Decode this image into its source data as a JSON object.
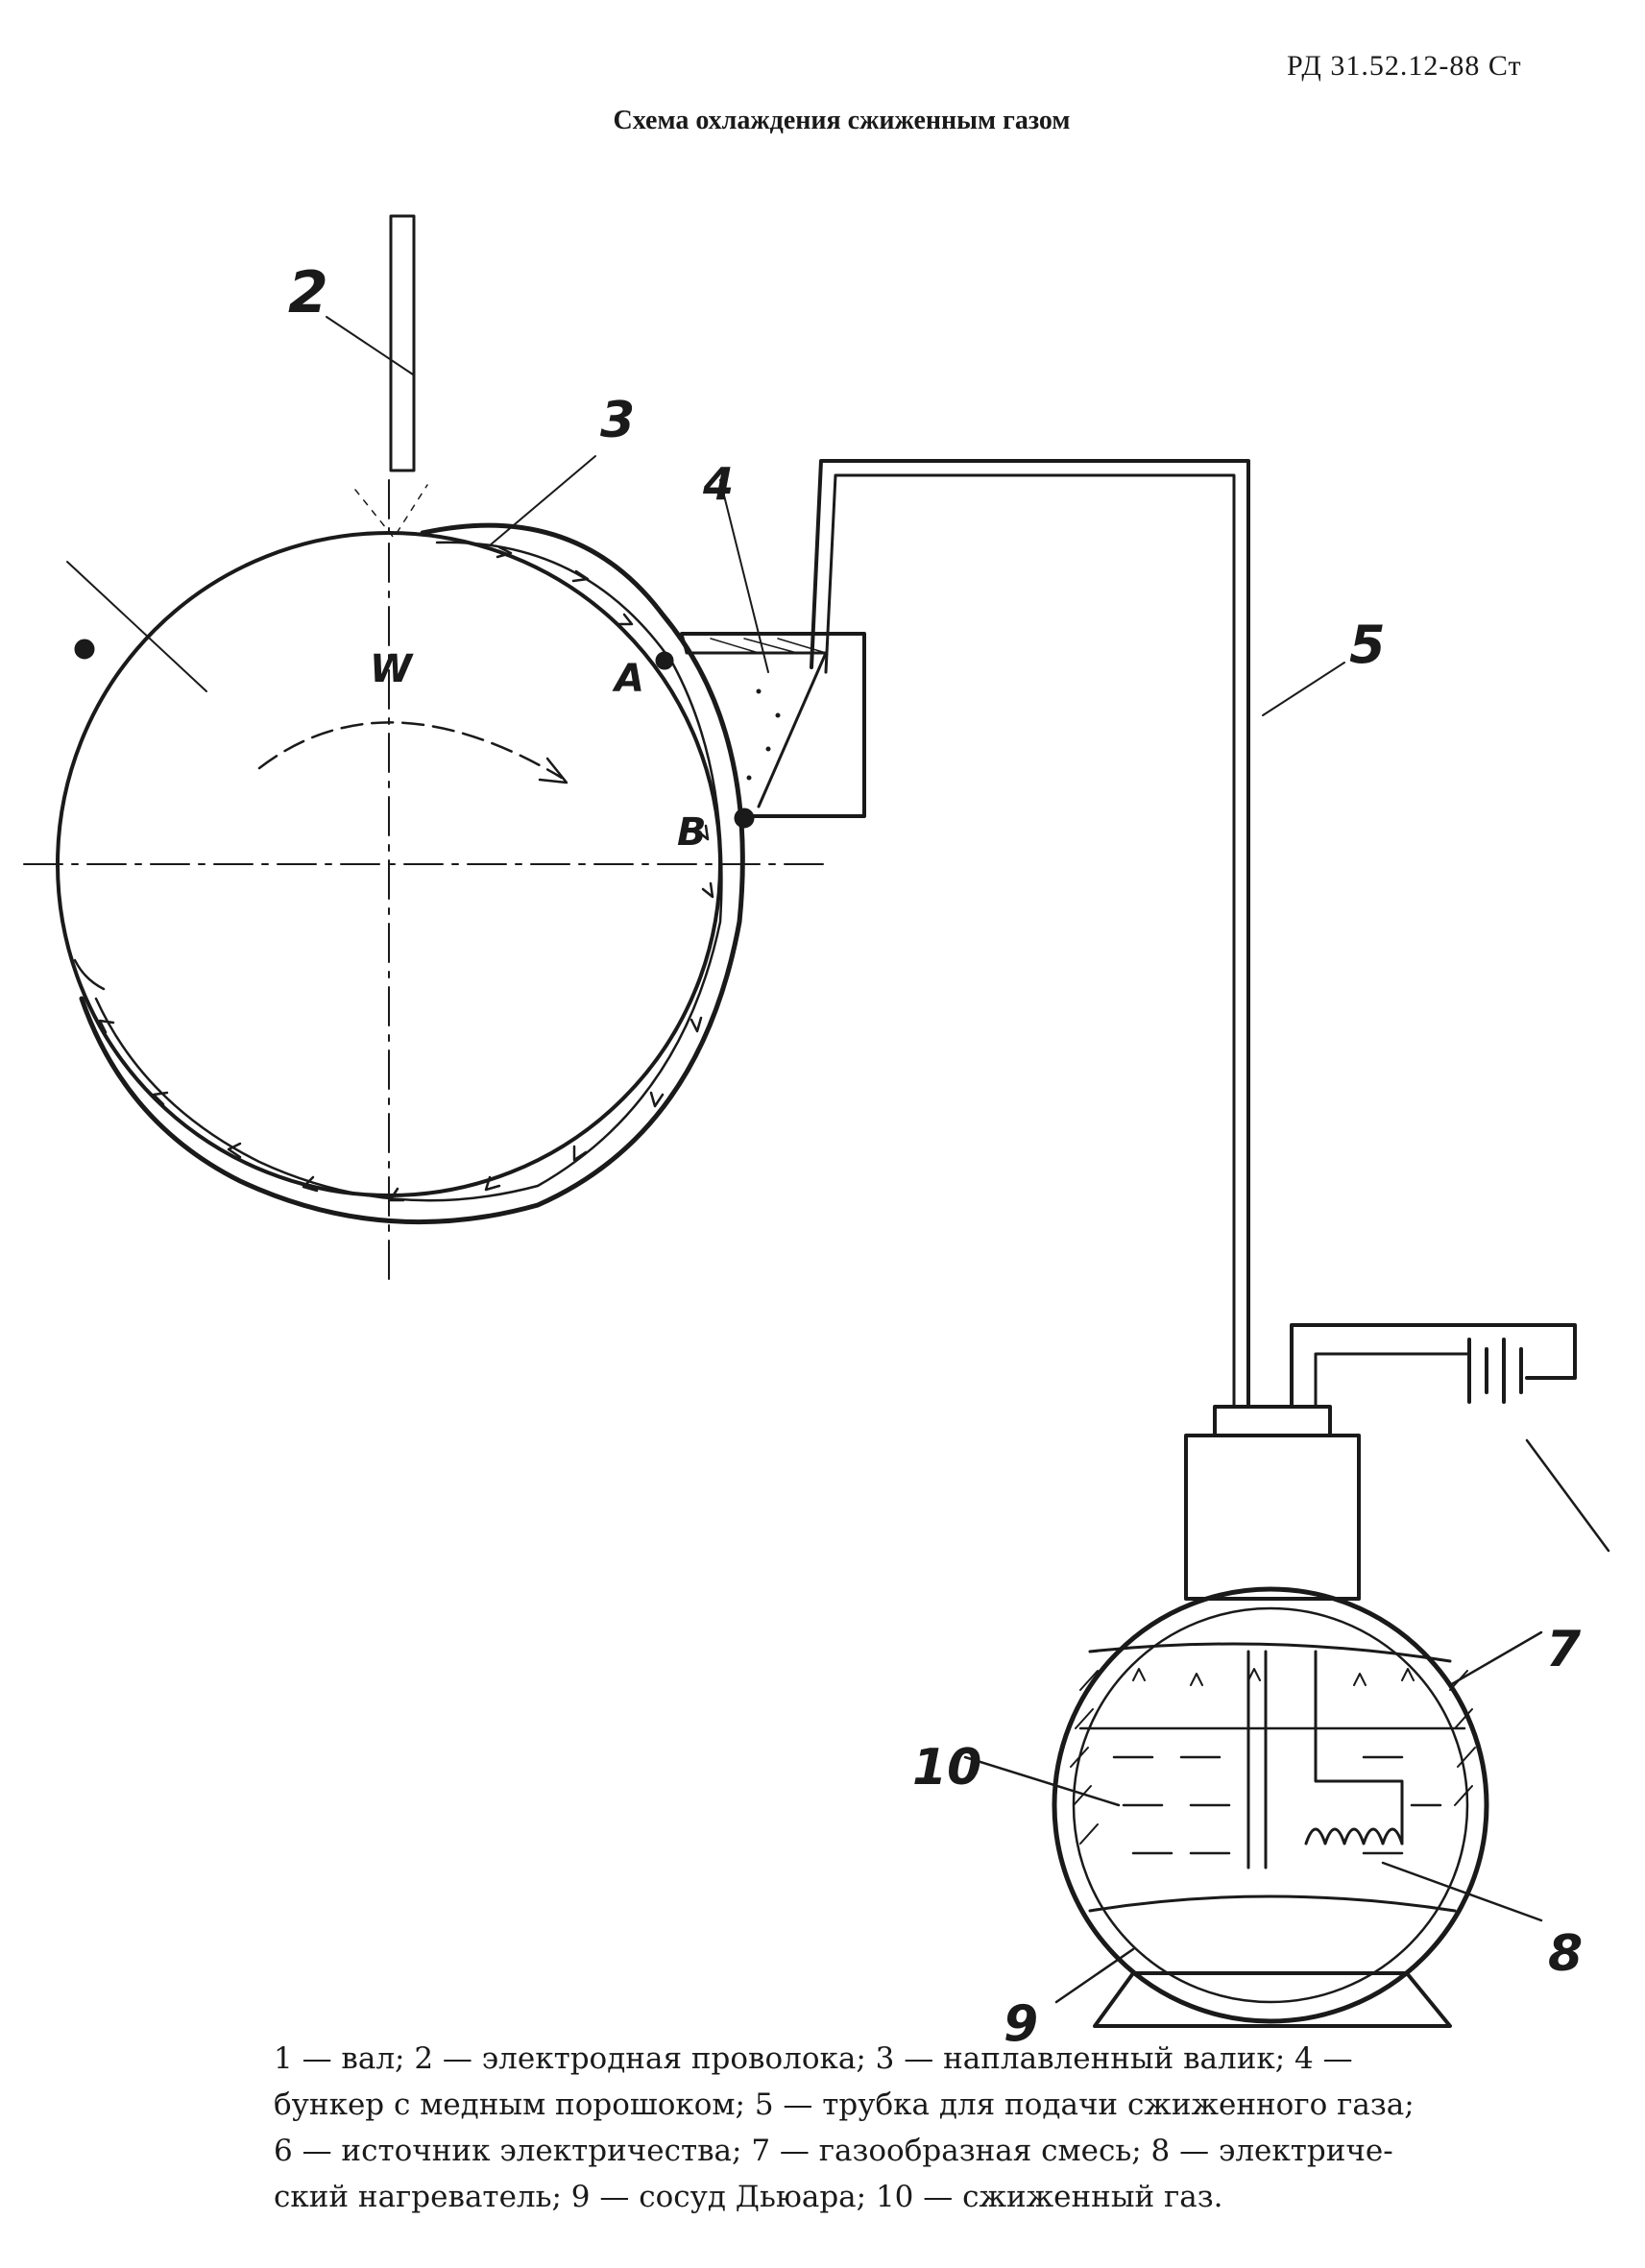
{
  "header": {
    "doc_code": "РД 31.52.12-88 Ст",
    "title": "Схема охлаждения сжиженным газом"
  },
  "diagram": {
    "labels": {
      "l2": "2",
      "l3": "3",
      "l4": "4",
      "l5": "5",
      "l7": "7",
      "l8": "8",
      "l9": "9",
      "l10": "10",
      "pointA": "A",
      "pointB": "B",
      "center": "W"
    }
  },
  "legend": {
    "lines": [
      "1 — вал; 2 — электродная проволока;  3 — наплавленный валик;  4 —",
      "бункер с медным порошоком; 5 — трубка для подачи сжиженного газа;",
      "6 — источник электричества; 7 — газообразная смесь; 8 — электриче-",
      "ский нагреватель; 9 — сосуд Дьюара; 10 — сжиженный газ."
    ]
  }
}
